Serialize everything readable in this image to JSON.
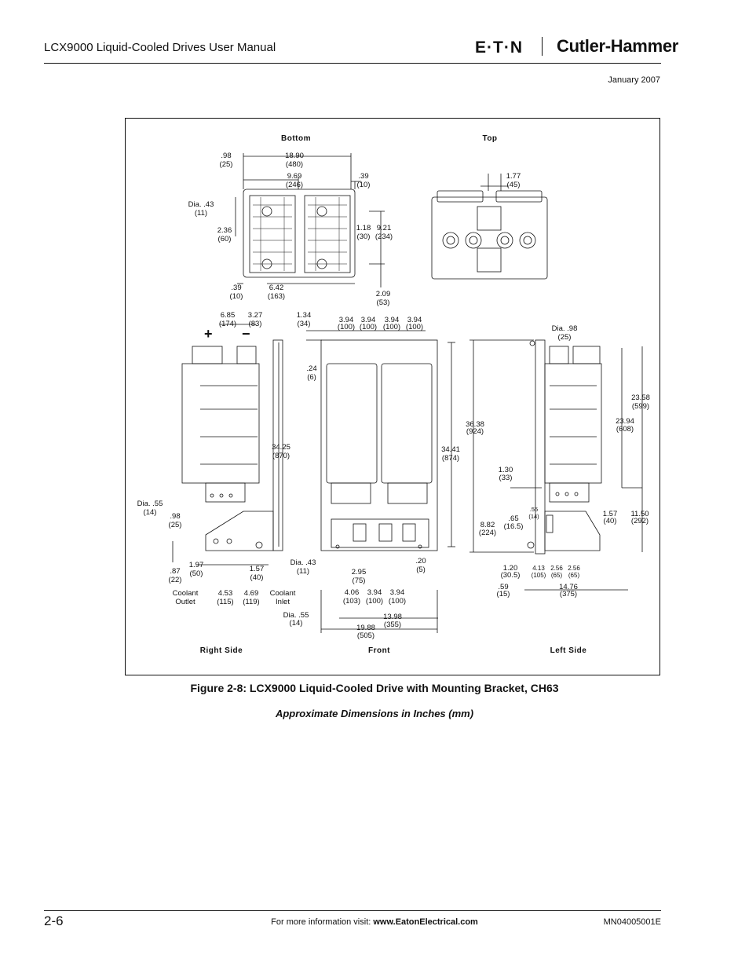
{
  "header": {
    "manual_title": "LCX9000 Liquid-Cooled Drives User Manual",
    "brand_eaton": "E·T·N",
    "brand_ch": "Cutler-Hammer",
    "date": "January 2007"
  },
  "figure": {
    "views": {
      "bottom": "Bottom",
      "top": "Top",
      "right_side": "Right Side",
      "front": "Front",
      "left_side": "Left Side"
    },
    "dims_bottom": [
      ".98",
      "(25)",
      "18.90",
      "(480)",
      "9.69",
      "(246)",
      ".39",
      "(10)",
      "Dia. .43",
      "(11)",
      "2.36",
      "(60)",
      "1.18",
      "(30)",
      "9.21",
      "(234)",
      ".39",
      "(10)",
      "6.42",
      "(163)",
      "2.09",
      "(53)"
    ],
    "dims_top": [
      "1.77",
      "(45)"
    ],
    "dims_right": [
      "6.85",
      "(174)",
      "3.27",
      "(83)",
      "34.25",
      "(870)",
      "Dia. .55",
      "(14)",
      ".98",
      "(25)",
      ".87",
      "(22)",
      "1.97",
      "(50)",
      "1.57",
      "(40)",
      "4.53",
      "(115)",
      "4.69",
      "(119)",
      "Coolant",
      "Outlet",
      "Coolant",
      "Inlet"
    ],
    "dims_front": [
      "1.34",
      "(34)",
      "3.94",
      "(100)",
      "3.94",
      "(100)",
      "3.94",
      "(100)",
      "3.94",
      "(100)",
      ".24",
      "(6)",
      "34.41",
      "(874)",
      "Dia. .43",
      "(11)",
      "2.95",
      "(75)",
      ".20",
      "(5)",
      "4.06",
      "(103)",
      "3.94",
      "(100)",
      "3.94",
      "(100)",
      "Dia. .55",
      "(14)",
      "13.98",
      "(355)",
      "19.88",
      "(505)"
    ],
    "dims_left": [
      "Dia. .98",
      "(25)",
      "23.58",
      "(599)",
      "36.38",
      "(924)",
      "23.94",
      "(608)",
      "1.30",
      "(33)",
      ".55",
      "(14)",
      ".65",
      "(16.5)",
      "8.82",
      "(224)",
      "1.57",
      "(40)",
      "11.50",
      "(292)",
      "1.20",
      "(30.5)",
      "4.13",
      "(105)",
      "2.56",
      "(65)",
      "2.56",
      "(65)",
      ".59",
      "(15)",
      "14.76",
      "(375)"
    ],
    "plus_sign": "+",
    "minus_sign": "−",
    "caption": "Figure 2-8: LCX9000 Liquid-Cooled Drive with Mounting Bracket, CH63",
    "subcaption": "Approximate Dimensions in Inches (mm)"
  },
  "footer": {
    "page_number": "2-6",
    "visit_text": "For more information visit:",
    "url": "www.EatonElectrical.com",
    "doc_number": "MN04005001E"
  }
}
